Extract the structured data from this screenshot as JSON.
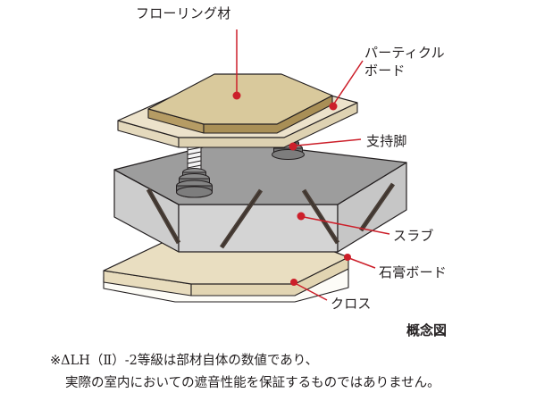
{
  "diagram": {
    "title": "フローリング材",
    "caption": "概念図",
    "type": "exploded-floor-assembly",
    "labels": {
      "flooring": "フローリング材",
      "particle_board_line1": "パーティクル",
      "particle_board_line2": "ボード",
      "support_leg": "支持脚",
      "slab": "スラブ",
      "gypsum_board": "石膏ボード",
      "cloth": "クロス"
    },
    "footnote": {
      "line1": "※ΔLH（Ⅱ）-2等級は部材自体の数値であり、",
      "line2": "実際の室内においての遮音性能を保証するものではありません。"
    },
    "colors": {
      "flooring_top": "#d9c99c",
      "flooring_edge": "#9a7f45",
      "particle_top": "#ece2cb",
      "particle_edge": "#ddd0b0",
      "slab_top": "#9a9a9a",
      "slab_side": "#cfcfcf",
      "slab_joint": "#4a3f37",
      "leg_rubber": "#7b7b7b",
      "leg_screw": "#f2f2f2",
      "leader_line": "#cc1f2a",
      "outline": "#231f20",
      "text": "#231f20"
    }
  }
}
